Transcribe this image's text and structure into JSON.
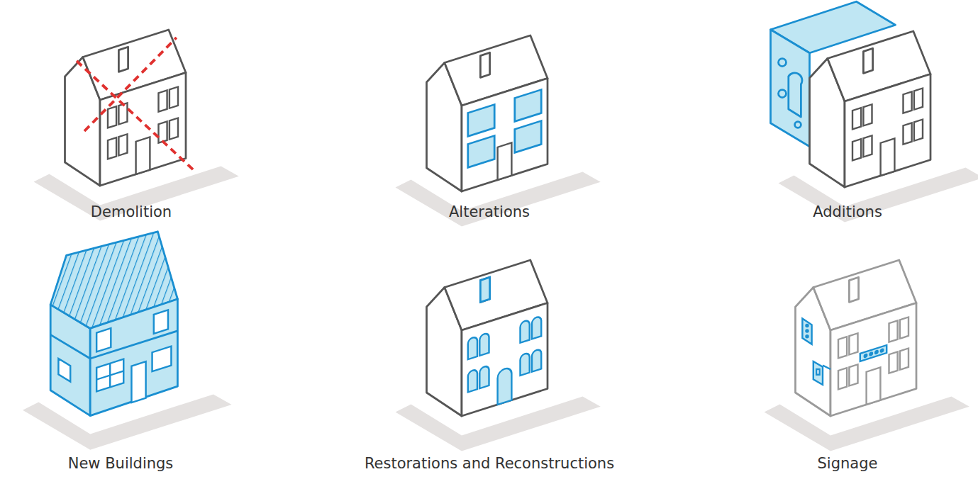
{
  "diagram": {
    "labels": [
      "Demolition",
      "Alterations",
      "Additions",
      "New Buildings",
      "Restorations and Reconstructions",
      "Signage"
    ]
  }
}
